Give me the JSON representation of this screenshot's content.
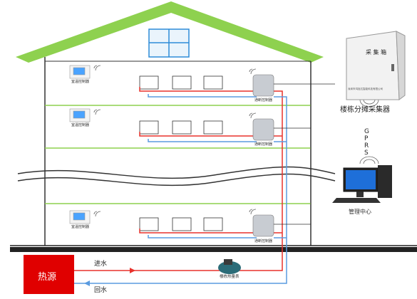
{
  "labels": {
    "room_controller": "室温控制器",
    "unit_controller": "通断控制器",
    "collector_box_title": "采 集 箱",
    "collector_box_maker": "深圳市鸿旭达智能科技有限公司",
    "collector_label": "楼栋分摊采集器",
    "gprs": "GPRS",
    "management": "管理中心",
    "heat_source": "热源",
    "supply_water": "进水",
    "return_water": "回水",
    "heat_meter": "楼栋热量表"
  },
  "colors": {
    "roof": "#8ed14f",
    "floor_line": "#8ed14f",
    "supply_pipe": "#e8322c",
    "return_pipe": "#5a9be0",
    "heat_source_fill": "#e00000"
  }
}
